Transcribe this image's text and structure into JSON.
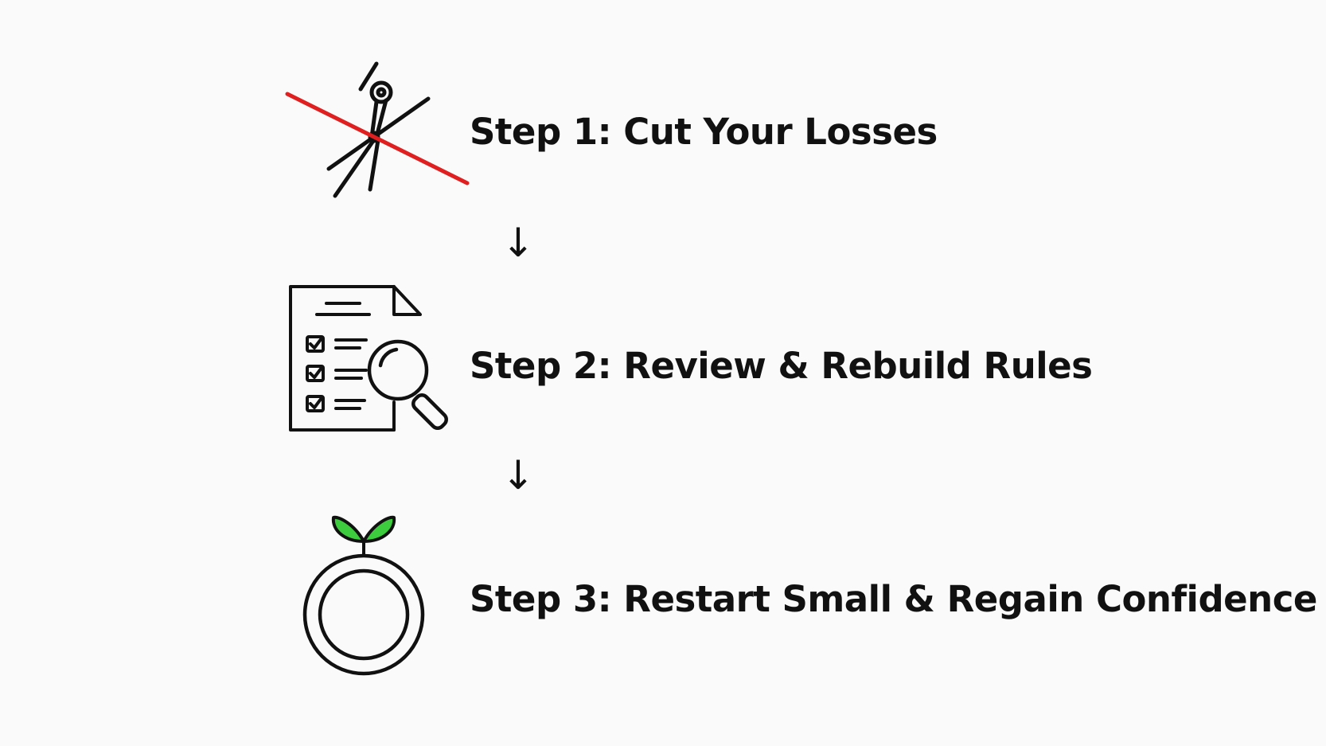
{
  "steps": [
    {
      "label": "Step 1: Cut Your Losses",
      "icon": "scissors-icon"
    },
    {
      "label": "Step 2: Review & Rebuild Rules",
      "icon": "checklist-magnifier-icon"
    },
    {
      "label": "Step 3: Restart Small & Regain Confidence",
      "icon": "sprout-ring-icon"
    }
  ],
  "arrow_glyph": "↓",
  "colors": {
    "ink": "#111111",
    "cross_line": "#e02020",
    "leaf": "#3dcc3d",
    "background": "#fafafa"
  }
}
